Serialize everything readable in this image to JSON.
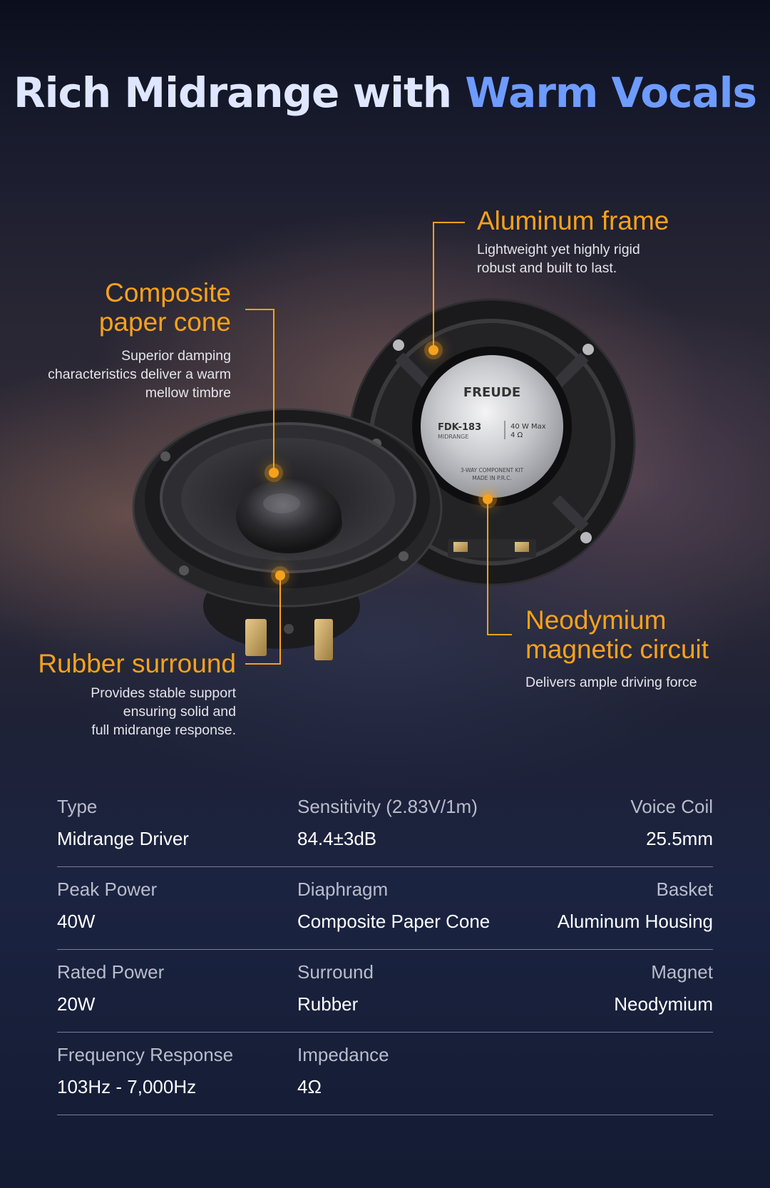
{
  "title": {
    "part1": "Rich Midrange with",
    "part2": "Warm Vocals"
  },
  "features": [
    {
      "title": "Aluminum frame",
      "desc": [
        "Lightweight yet highly rigid",
        "robust and built to last."
      ]
    },
    {
      "title": [
        "Composite",
        "paper cone"
      ],
      "desc": [
        "Superior damping",
        "characteristics deliver a warm",
        "mellow timbre"
      ]
    },
    {
      "title": [
        "Neodymium",
        "magnetic circuit"
      ],
      "desc": [
        "Delivers ample driving force"
      ]
    },
    {
      "title": "Rubber surround",
      "desc": [
        "Provides stable support",
        "ensuring solid and",
        "full midrange response."
      ]
    }
  ],
  "product": {
    "brand": "FREUDE",
    "model": "FDK-183",
    "type_label": "MIDRANGE",
    "power_label": "40 W Max",
    "impedance_label": "4 Ω",
    "kit_label": "3-WAY COMPONENT KIT",
    "origin_label": "MADE IN P.R.C."
  },
  "accent_color": "#f7a21b",
  "specs": [
    [
      {
        "label": "Type",
        "value": "Midrange Driver"
      },
      {
        "label": "Sensitivity (2.83V/1m)",
        "value": "84.4±3dB"
      },
      {
        "label": "Voice Coil",
        "value": "25.5mm"
      }
    ],
    [
      {
        "label": "Peak Power",
        "value": "40W"
      },
      {
        "label": "Diaphragm",
        "value": "Composite Paper Cone"
      },
      {
        "label": "Basket",
        "value": "Aluminum Housing"
      }
    ],
    [
      {
        "label": "Rated Power",
        "value": "20W"
      },
      {
        "label": "Surround",
        "value": "Rubber"
      },
      {
        "label": "Magnet",
        "value": "Neodymium"
      }
    ],
    [
      {
        "label": "Frequency Response",
        "value": "103Hz - 7,000Hz"
      },
      {
        "label": "Impedance",
        "value": "4Ω"
      }
    ]
  ]
}
